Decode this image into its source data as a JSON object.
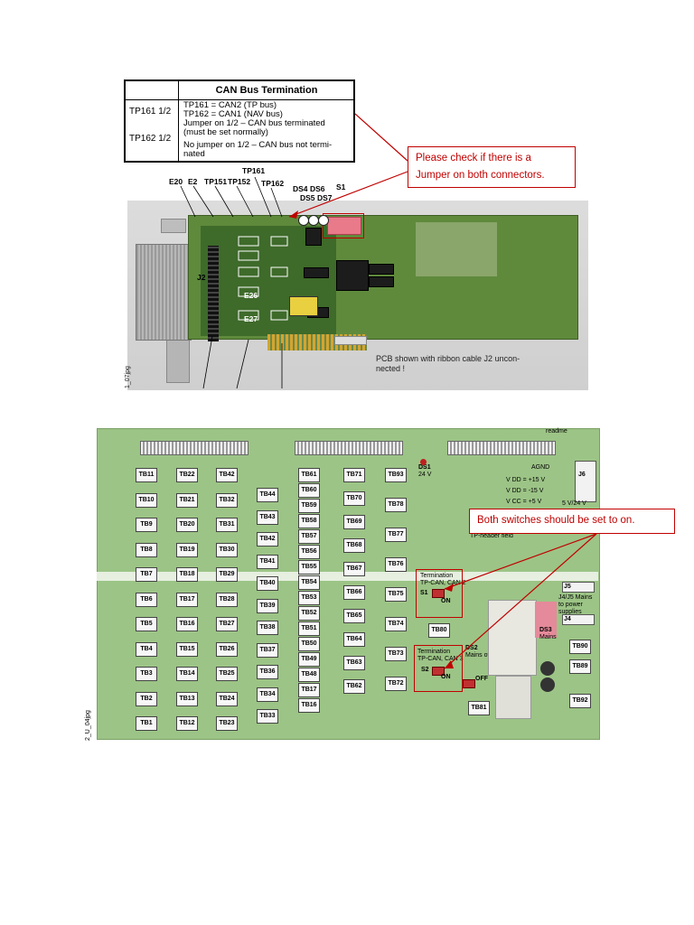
{
  "can_table": {
    "title": "CAN Bus Termination",
    "row1_left": "TP161 1/2",
    "row2_left": "TP162 1/2",
    "desc_line1": "TP161 = CAN2 (TP bus)",
    "desc_line2": "TP162 = CAN1 (NAV bus)",
    "desc_line3": "Jumper on 1/2 – CAN bus terminated",
    "desc_line4": "(must be set normally)",
    "desc_line5": "No jumper on 1/2 – CAN bus not termi-",
    "desc_line6": "nated"
  },
  "callout1": {
    "line1": "Please check if there is a",
    "line2": "Jumper on both connectors."
  },
  "callout2": {
    "text": "Both switches should be set to on."
  },
  "pcb1_labels": {
    "tp161": "TP161",
    "e20": "E20",
    "e2": "E2",
    "tp151": "TP151",
    "tp152": "TP152",
    "tp162": "TP162",
    "ds4": "DS4",
    "ds6": "DS6",
    "ds5": "DS5",
    "ds7": "DS7",
    "s1": "S1",
    "j2": "J2",
    "e26": "E26",
    "e27": "E27",
    "caption_line1": "PCB shown with ribbon cable J2 uncon-",
    "caption_line2": "nected !",
    "side_code": "1_07jpg"
  },
  "pcb2_tbs": {
    "col1": [
      "TB11",
      "TB10",
      "TB9",
      "TB8",
      "TB7",
      "TB6",
      "TB5",
      "TB4",
      "TB3",
      "TB2",
      "TB1"
    ],
    "col2": [
      "TB22",
      "TB21",
      "TB20",
      "TB19",
      "TB18",
      "TB17",
      "TB16",
      "TB15",
      "TB14",
      "TB13",
      "TB12"
    ],
    "col3": [
      "TB42",
      "TB32",
      "TB31",
      "TB30",
      "TB29",
      "TB28",
      "TB27",
      "TB26",
      "TB25",
      "TB24",
      "TB23"
    ],
    "col4": [
      "TB44",
      "TB43",
      "TB42",
      "TB41",
      "TB40",
      "TB39",
      "TB38",
      "TB37",
      "TB36",
      "TB34",
      "TB33"
    ],
    "col5": [
      "TB61",
      "TB60",
      "TB59",
      "TB58",
      "TB57",
      "TB56",
      "TB55",
      "TB54",
      "TB53",
      "TB52",
      "TB51",
      "TB50",
      "TB49",
      "TB48",
      "TB17",
      "TB16"
    ],
    "col6": [
      "TB71",
      "TB70",
      "TB69",
      "TB68",
      "TB67",
      "TB66",
      "TB65",
      "TB64",
      "TB63",
      "TB62"
    ],
    "col7": [
      "TB93",
      "TB78",
      "TB77",
      "TB76",
      "TB75",
      "TB74",
      "TB73",
      "TB72"
    ]
  },
  "pcb2_labels": {
    "ds1": "DS1",
    "v24": "24 V",
    "agnd": "AGND",
    "vdd15": "V DD = +15 V",
    "vdd_15": "V DD = -15 V",
    "vcc5": "V CC = +5 V",
    "j6": "J6",
    "j6_note": "5 V/24 V",
    "tp_header": "TP-header field",
    "term1_line1": "Termination",
    "term1_line2": "TP-CAN, CAN 2",
    "s1": "S1",
    "on1": "ON",
    "term2_line1": "Termination",
    "term2_line2": "TP-CAN, CAN 3",
    "s2": "S2",
    "on2": "ON",
    "ds2": "DS2",
    "mains_off": "Mains off",
    "off": "OFF",
    "ds3": "DS3",
    "mains": "Mains",
    "j5": "J5",
    "j4_note": "J4/J5 Mains to power supplies",
    "j4": "J4",
    "tb80": "TB80",
    "tb81": "TB81",
    "tb90": "TB90",
    "tb89": "TB89",
    "tb92": "TB92",
    "side_code": "2_U_04jpg",
    "readme": "readme"
  }
}
